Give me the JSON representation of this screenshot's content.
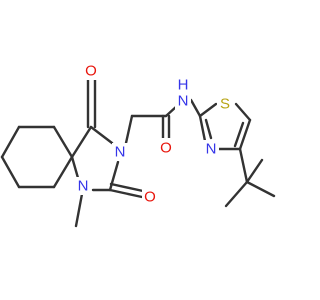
{
  "atoms": {
    "o_top": "O",
    "o_bottom": "O",
    "n_imide": "N",
    "n_methyl": "N",
    "nh": "N",
    "h": "H",
    "o_amide": "O",
    "s": "S",
    "n_thiazole": "N"
  },
  "colors": {
    "carbon": "#333333",
    "oxygen": "#e8150c",
    "nitrogen": "#3535e8",
    "sulfur": "#b8a516"
  }
}
